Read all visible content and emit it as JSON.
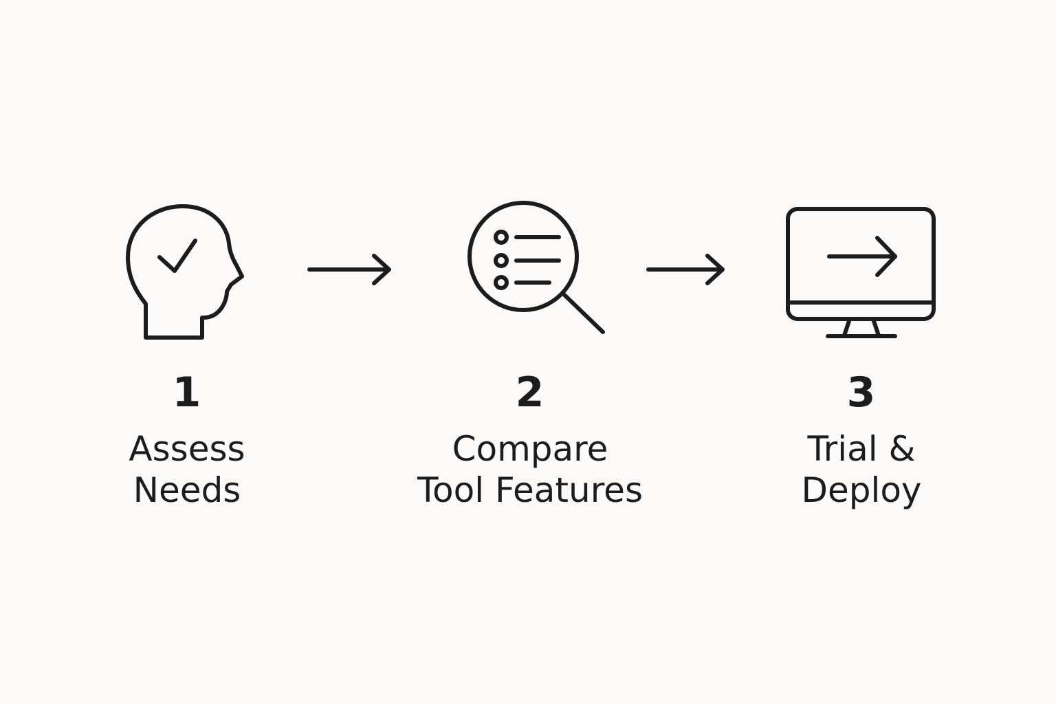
{
  "steps": [
    {
      "number": "1",
      "label_lines": [
        "Assess",
        "Needs"
      ],
      "icon": "head-check-icon"
    },
    {
      "number": "2",
      "label_lines": [
        "Compare",
        "Tool Features"
      ],
      "icon": "magnifier-list-icon"
    },
    {
      "number": "3",
      "label_lines": [
        "Trial &",
        "Deploy"
      ],
      "icon": "monitor-arrow-icon"
    }
  ],
  "connectors": [
    "arrow-right-icon",
    "arrow-right-icon"
  ],
  "colors": {
    "background": "#fbfaf8",
    "ink": "#1c1c1c"
  }
}
